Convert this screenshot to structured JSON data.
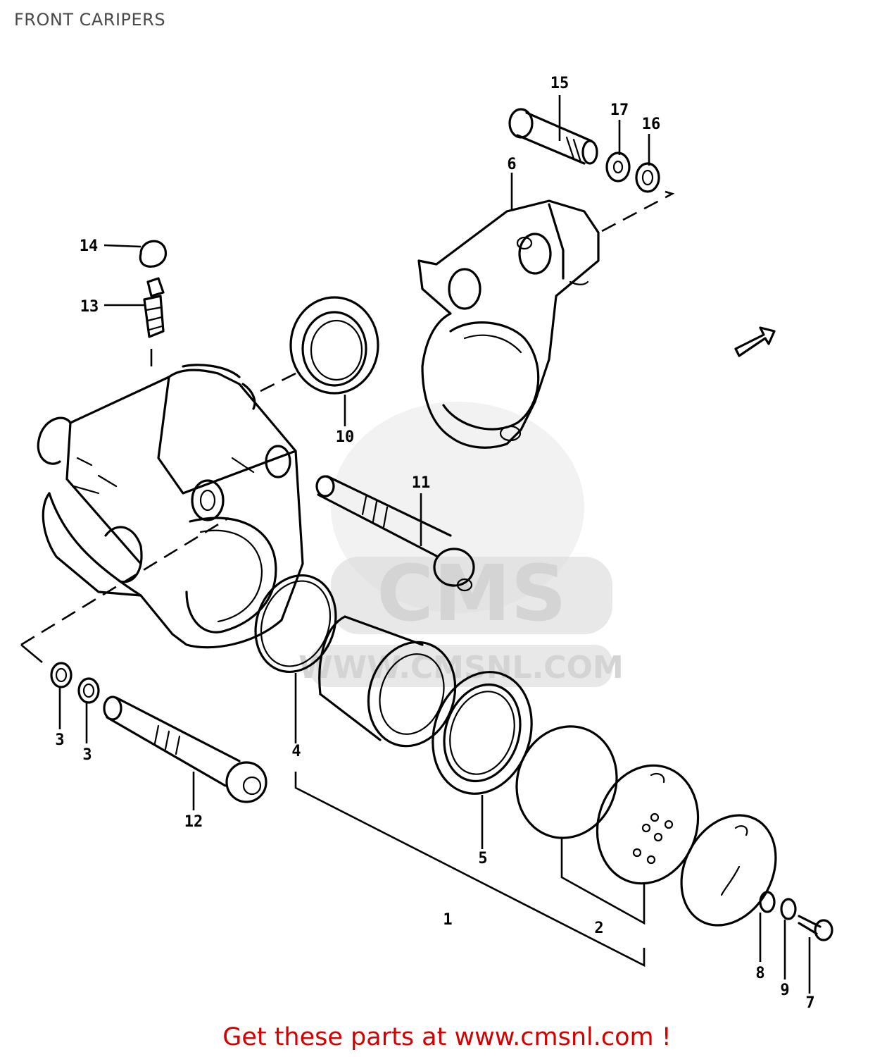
{
  "title": "FRONT CARIPERS",
  "watermark": {
    "logo_text": "CMS",
    "url_text": "WWW.CMSNL.COM"
  },
  "callouts": [
    "1",
    "2",
    "3",
    "3",
    "4",
    "5",
    "6",
    "7",
    "8",
    "9",
    "10",
    "11",
    "12",
    "13",
    "14",
    "15",
    "16",
    "17"
  ],
  "footer": {
    "cta": "Get these parts at www.cmsnl.com !"
  },
  "colors": {
    "cta": "#d40000",
    "title": "#4a4a4a",
    "lines": "#000000",
    "watermark": "#d9d9d9"
  }
}
